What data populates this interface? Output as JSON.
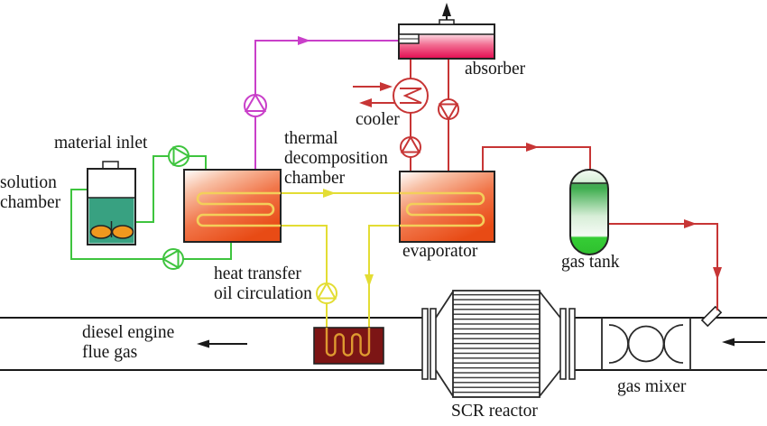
{
  "labels": {
    "solution_chamber": "solution\nchamber",
    "material_inlet": "material inlet",
    "thermal_decomposition_chamber": "thermal\ndecomposition\nchamber",
    "heat_transfer_oil_circulation": "heat transfer\noil circulation",
    "cooler": "cooler",
    "absorber": "absorber",
    "evaporator": "evaporator",
    "gas_tank": "gas tank",
    "gas_mixer": "gas mixer",
    "scr_reactor": "SCR reactor",
    "diesel_engine_flue_gas": "diesel engine\nflue gas"
  },
  "colors": {
    "solution_line": "#3ec43e",
    "vapor_line": "#c93fc9",
    "oil_line": "#e3dd34",
    "liquid_line": "#c73535",
    "flue_line": "#1a1a1a",
    "chamber_coil": "#f3cf5a",
    "flue_coil": "#de9a30",
    "solution_fill": "#38a181",
    "stirrer_fill": "#f0981e",
    "flue_hx_fill": "#7c1515"
  }
}
